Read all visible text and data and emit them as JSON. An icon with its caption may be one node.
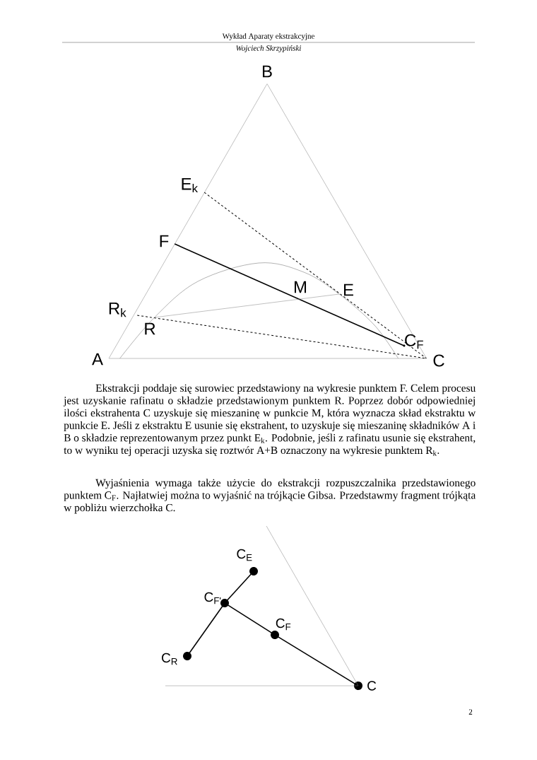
{
  "diagram": {
    "nodes": [
      {
        "text": [
          "B"
        ]
      },
      {
        "text": [
          "E$_{k}$"
        ]
      },
      {
        "text": [
          "F"
        ]
      },
      {
        "text": [
          "M"
        ]
      },
      {
        "text": [
          "E"
        ]
      },
      {
        "text": [
          "R$_{k}$"
        ]
      },
      {
        "text": [
          "R"
        ]
      },
      {
        "text": [
          "A"
        ]
      },
      {
        "text": [
          "C$_{F}$"
        ]
      },
      {
        "text": [
          "C"
        ]
      },
      {
        "text": [
          "C$_{E}$"
        ]
      },
      {
        "text": [
          "C$_{F'}$"
        ]
      },
      {
        "text": [
          "C$_{F}$"
        ]
      },
      {
        "text": [
          "C$_{R}$"
        ]
      },
      {
        "text": [
          "C"
        ]
      }
    ],
    "edges": [
      {
        "from": 7,
        "to": 0,
        "arrow": "none",
        "color": "#808080"
      },
      {
        "from": 0,
        "to": 9,
        "arrow": "none",
        "color": "#808080"
      },
      {
        "from": 7,
        "to": 9,
        "arrow": "none",
        "color": "#808080"
      },
      {
        "from": 2,
        "to": 8,
        "arrow": "none"
      },
      {
        "from": 1,
        "to": 9,
        "arrow": "none",
        "style": "dashed"
      },
      {
        "from": 5,
        "to": 9,
        "arrow": "none",
        "style": "dashed"
      },
      {
        "from": 6,
        "to": 4,
        "arrow": "none",
        "color": "#808080"
      },
      {
        "from": 11,
        "to": 10,
        "arrow": "none"
      },
      {
        "from": 11,
        "to": 13,
        "arrow": "none"
      },
      {
        "from": 11,
        "to": 12,
        "arrow": "none"
      },
      {
        "from": 12,
        "to": 14,
        "arrow": "none"
      },
      {
        "from": null,
        "to": 14,
        "arrow": "none",
        "color": "#808080"
      },
      {
        "from": null,
        "to": 14,
        "arrow": "none",
        "color": "#808080"
      }
    ],
    "labels": [
      "Wykład Aparaty ekstrakcyjne",
      "Wojciech Skrzypiński",
      "Ekstrakcji poddaje się surowiec przedstawiony na wykresie punktem F. Celem procesu jest uzyskanie rafinatu o składzie przedstawionym punktem R. Poprzez dobór odpowiedniej ilości ekstrahenta C uzyskuje się mieszaninę w punkcie M, która wyznacza skład ekstraktu w punkcie E. Jeśli z ekstraktu E usunie się ekstrahent, to uzyskuje się mieszaninę składników A i B o składzie reprezentowanym przez punkt E$_{k}$. Podobnie, jeśli z rafinatu usunie się ekstrahent, to w wyniku tej operacji uzyska się roztwór A+B oznaczony na wykresie punktem R$_{k}$.",
      "Wyjaśnienia wymaga także użycie do ekstrakcji rozpuszczalnika przedstawionego punktem C$_{F}$. Najłatwiej można to wyjaśnić na trójkącie Gibsa. Przedstawmy fragment trójkąta w pobliżu wierzchołka C.",
      "2"
    ]
  }
}
